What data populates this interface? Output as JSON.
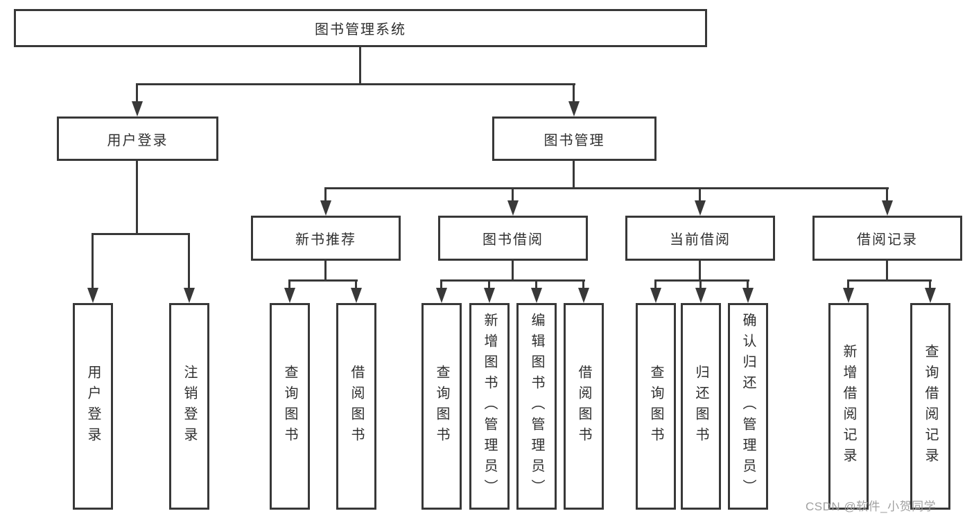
{
  "diagram": {
    "type": "hierarchy-flowchart",
    "watermark": "CSDN @软件_小贺同学",
    "colors": {
      "line": "#383838",
      "border": "#383838",
      "text": "#2f2f2f",
      "background": "#ffffff",
      "watermark": "#9b9b9b"
    }
  },
  "nodes": {
    "root": "图书管理系统",
    "level2": [
      {
        "label": "用户登录",
        "parent": "图书管理系统"
      },
      {
        "label": "图书管理",
        "parent": "图书管理系统"
      }
    ],
    "level3": [
      {
        "label": "新书推荐",
        "parent": "图书管理"
      },
      {
        "label": "图书借阅",
        "parent": "图书管理"
      },
      {
        "label": "当前借阅",
        "parent": "图书管理"
      },
      {
        "label": "借阅记录",
        "parent": "图书管理"
      }
    ],
    "leaves": [
      {
        "label": "用户登录",
        "parent": "用户登录"
      },
      {
        "label": "注销登录",
        "parent": "用户登录"
      },
      {
        "label": "查询图书",
        "parent": "新书推荐"
      },
      {
        "label": "借阅图书",
        "parent": "新书推荐"
      },
      {
        "label": "查询图书",
        "parent": "图书借阅"
      },
      {
        "label": "新增图书（管理员）",
        "parent": "图书借阅"
      },
      {
        "label": "编辑图书（管理员）",
        "parent": "图书借阅"
      },
      {
        "label": "借阅图书",
        "parent": "图书借阅"
      },
      {
        "label": "查询图书",
        "parent": "当前借阅"
      },
      {
        "label": "归还图书",
        "parent": "当前借阅"
      },
      {
        "label": "确认归还（管理员）",
        "parent": "当前借阅"
      },
      {
        "label": "新增借阅记录",
        "parent": "借阅记录"
      },
      {
        "label": "查询借阅记录",
        "parent": "借阅记录"
      }
    ]
  }
}
